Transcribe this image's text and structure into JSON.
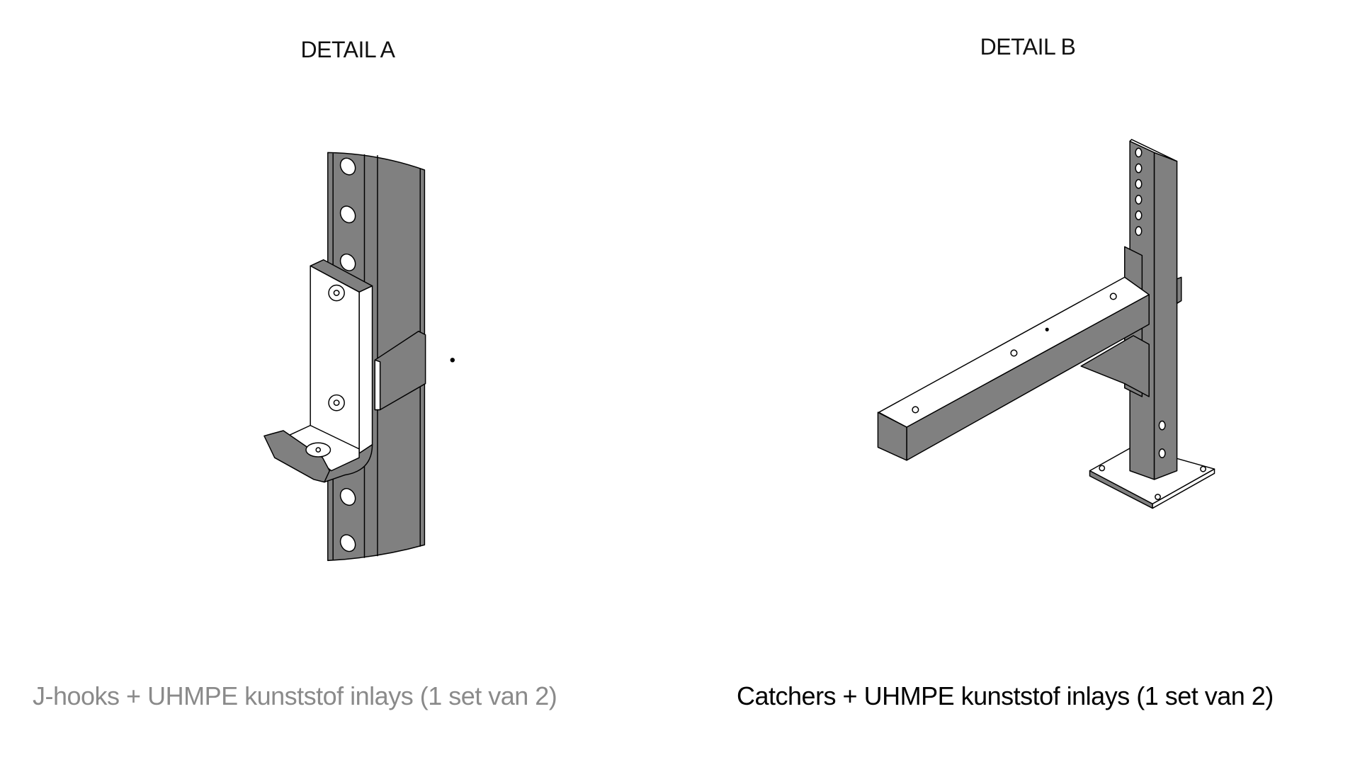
{
  "details": [
    {
      "title": "DETAIL A",
      "caption": "J-hooks + UHMPE kunststof inlays (1 set van 2)",
      "caption_color": "#8a8a8a"
    },
    {
      "title": "DETAIL B",
      "caption": "Catchers + UHMPE kunststof inlays (1 set van 2)",
      "caption_color": "#000000"
    }
  ],
  "colors": {
    "metal": "#808080",
    "face": "#ffffff",
    "line": "#000000"
  }
}
